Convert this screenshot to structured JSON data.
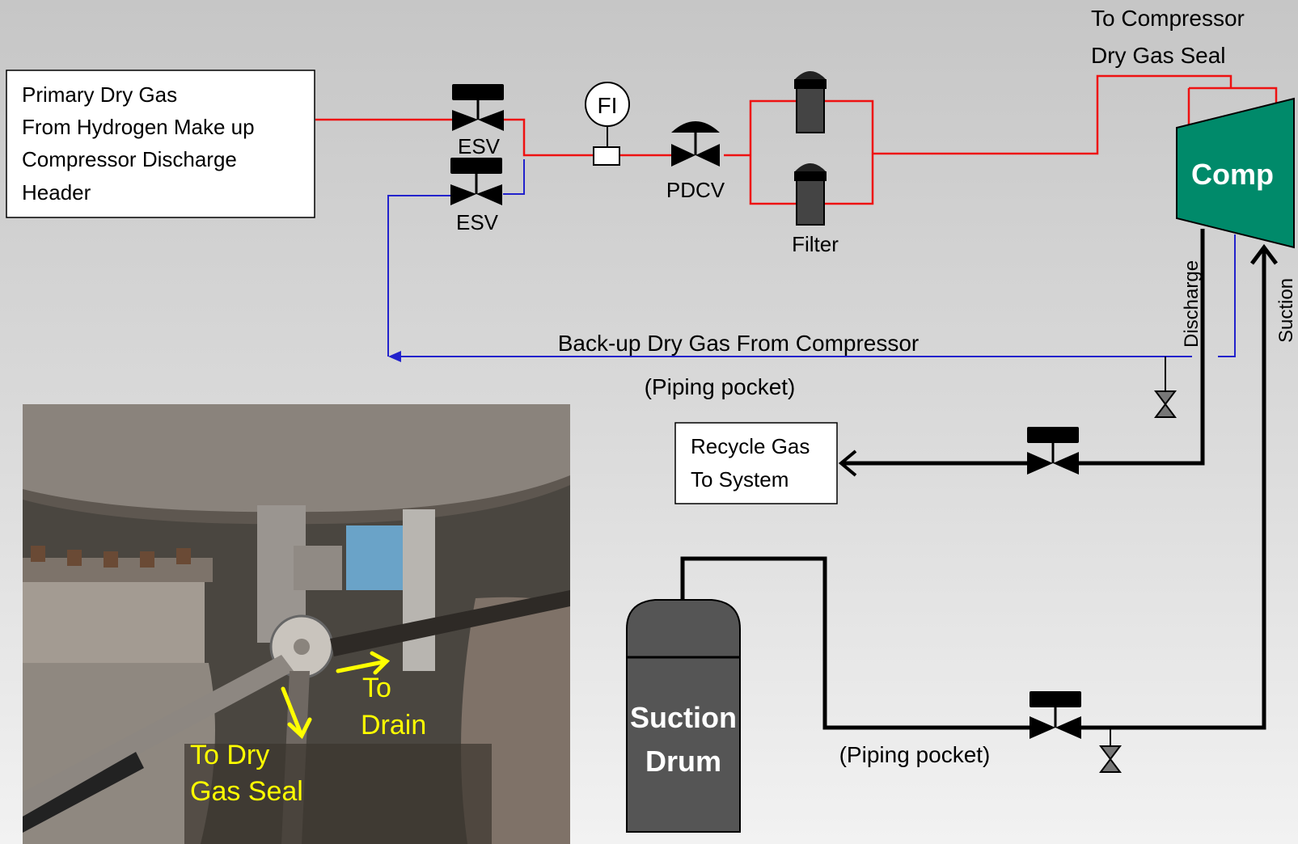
{
  "source_box": {
    "lines": [
      "Primary Dry Gas",
      "From Hydrogen Make up",
      "Compressor Discharge",
      "Header"
    ]
  },
  "destination_label": {
    "lines": [
      "To Compressor",
      "Dry Gas Seal"
    ]
  },
  "valves": {
    "esv_top": "ESV",
    "esv_bottom": "ESV",
    "pdcv": "PDCV"
  },
  "instrument": {
    "fi": "FI"
  },
  "filter_label": "Filter",
  "compressor": {
    "label": "Comp",
    "discharge": "Discharge",
    "suction": "Suction"
  },
  "backup_line": {
    "label": "Back-up Dry Gas From Compressor",
    "pocket": "(Piping pocket)"
  },
  "recycle_box": {
    "lines": [
      "Recycle Gas",
      "To System"
    ]
  },
  "suction_drum": {
    "lines": [
      "Suction",
      "Drum"
    ]
  },
  "suction_pocket": "(Piping pocket)",
  "photo": {
    "label_drain": [
      "To",
      "Drain"
    ],
    "label_seal": [
      "To Dry",
      "Gas Seal"
    ]
  },
  "colors": {
    "primary_line": "#ee1111",
    "backup_line": "#2222cc",
    "compressor": "#008a6a",
    "drum": "#555555",
    "photo_label": "#ffff00"
  }
}
